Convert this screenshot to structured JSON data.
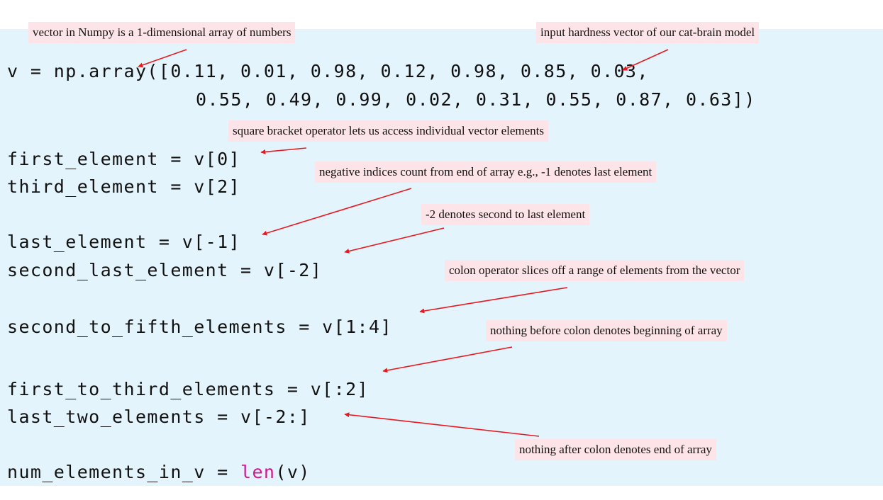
{
  "code": {
    "line_v_1": "v = np.array([0.11, 0.01, 0.98, 0.12, 0.98, 0.85, 0.03,",
    "line_v_2": "0.55, 0.49, 0.99, 0.02, 0.31, 0.55, 0.87, 0.63])",
    "line_first": "first_element = v[0]",
    "line_third": "third_element = v[2]",
    "line_last": "last_element = v[-1]",
    "line_second_last": "second_last_element = v[-2]",
    "line_second_to_fifth": "second_to_fifth_elements = v[1:4]",
    "line_first_to_third": "first_to_third_elements = v[:2]",
    "line_last_two": "last_two_elements = v[-2:]",
    "line_num_prefix": "num_elements_in_v = ",
    "line_num_keyword": "len",
    "line_num_suffix": "(v)"
  },
  "annotations": {
    "numpy_vector": "vector in Numpy is a 1-dimensional array of numbers",
    "hardness_vector": "input hardness vector of our cat-brain model",
    "square_bracket": "square bracket operator lets us access individual vector elements",
    "negative_indices": "negative indices count from end of array   e.g., -1 denotes last element",
    "minus_two": "-2 denotes second to last element",
    "colon_slice": "colon operator slices off a range of elements from the vector",
    "nothing_before": "nothing before colon denotes beginning of array",
    "nothing_after": "nothing after colon denotes end of array"
  },
  "colors": {
    "code_background": "#e4f4fc",
    "note_background": "#fde4e8",
    "arrow": "#e8191e",
    "keyword": "#d01890"
  }
}
